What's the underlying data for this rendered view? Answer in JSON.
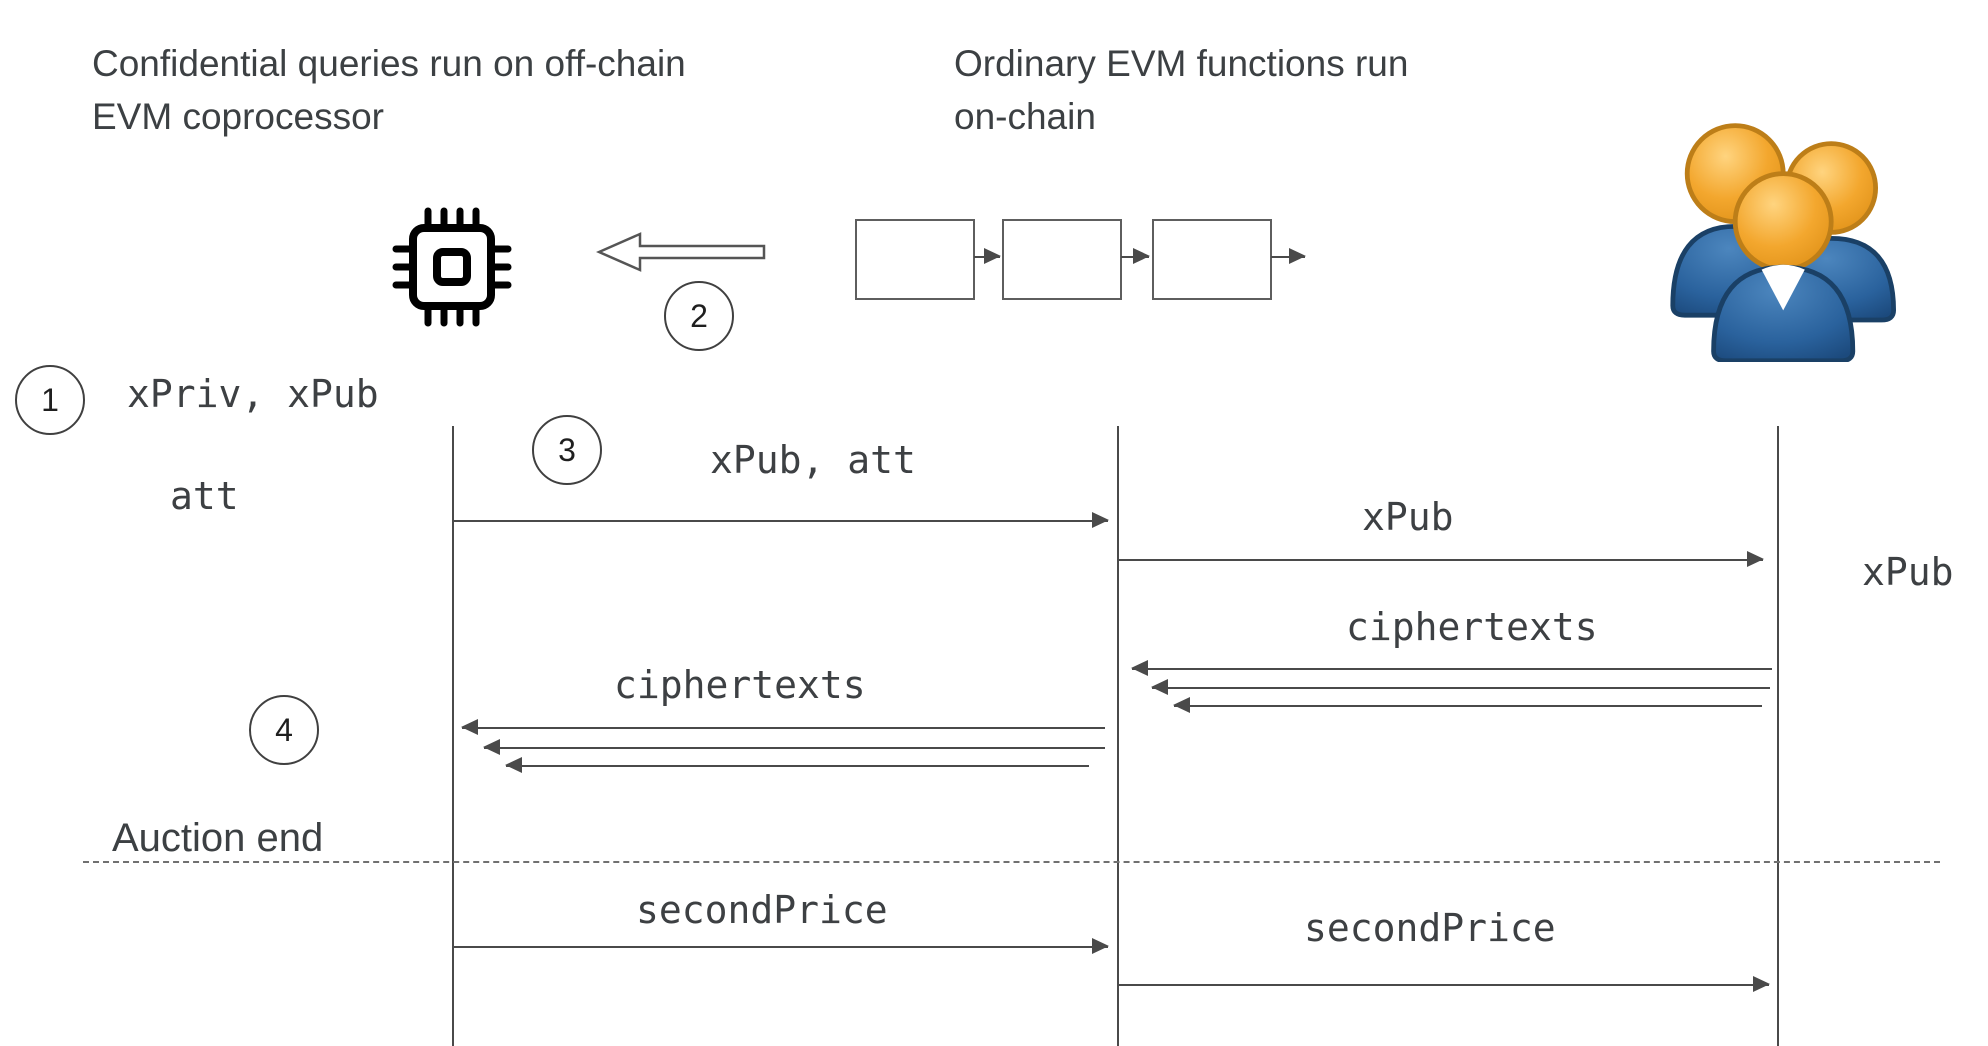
{
  "diagram": {
    "titles": {
      "offchain_line1": "Confidential queries run on off-chain",
      "offchain_line2": "EVM coprocessor",
      "onchain_line1": "Ordinary EVM functions run",
      "onchain_line2": "on-chain"
    },
    "steps": {
      "s1": "1",
      "s2": "2",
      "s3": "3",
      "s4": "4"
    },
    "side_labels": {
      "keys": "xPriv, xPub",
      "att": "att",
      "xpub_users": "xPub",
      "auction_end": "Auction end"
    },
    "messages": {
      "xpub_att": "xPub, att",
      "xpub": "xPub",
      "ciphertexts_users_to_chain": "ciphertexts",
      "ciphertexts_chain_to_coprocessor": "ciphertexts",
      "secondprice_coprocessor_to_chain": "secondPrice",
      "secondprice_chain_to_users": "secondPrice"
    },
    "icons": {
      "cpu": "cpu-chip",
      "fetch_arrow": "hollow-left-arrow",
      "blockchain": "block-sequence",
      "users": "users-group"
    },
    "colors": {
      "text": "#3d4043",
      "line": "#4a4a4a",
      "block_border": "#5e5e5e",
      "head_orange": "#F2A733",
      "body_blue": "#2B629C"
    }
  }
}
